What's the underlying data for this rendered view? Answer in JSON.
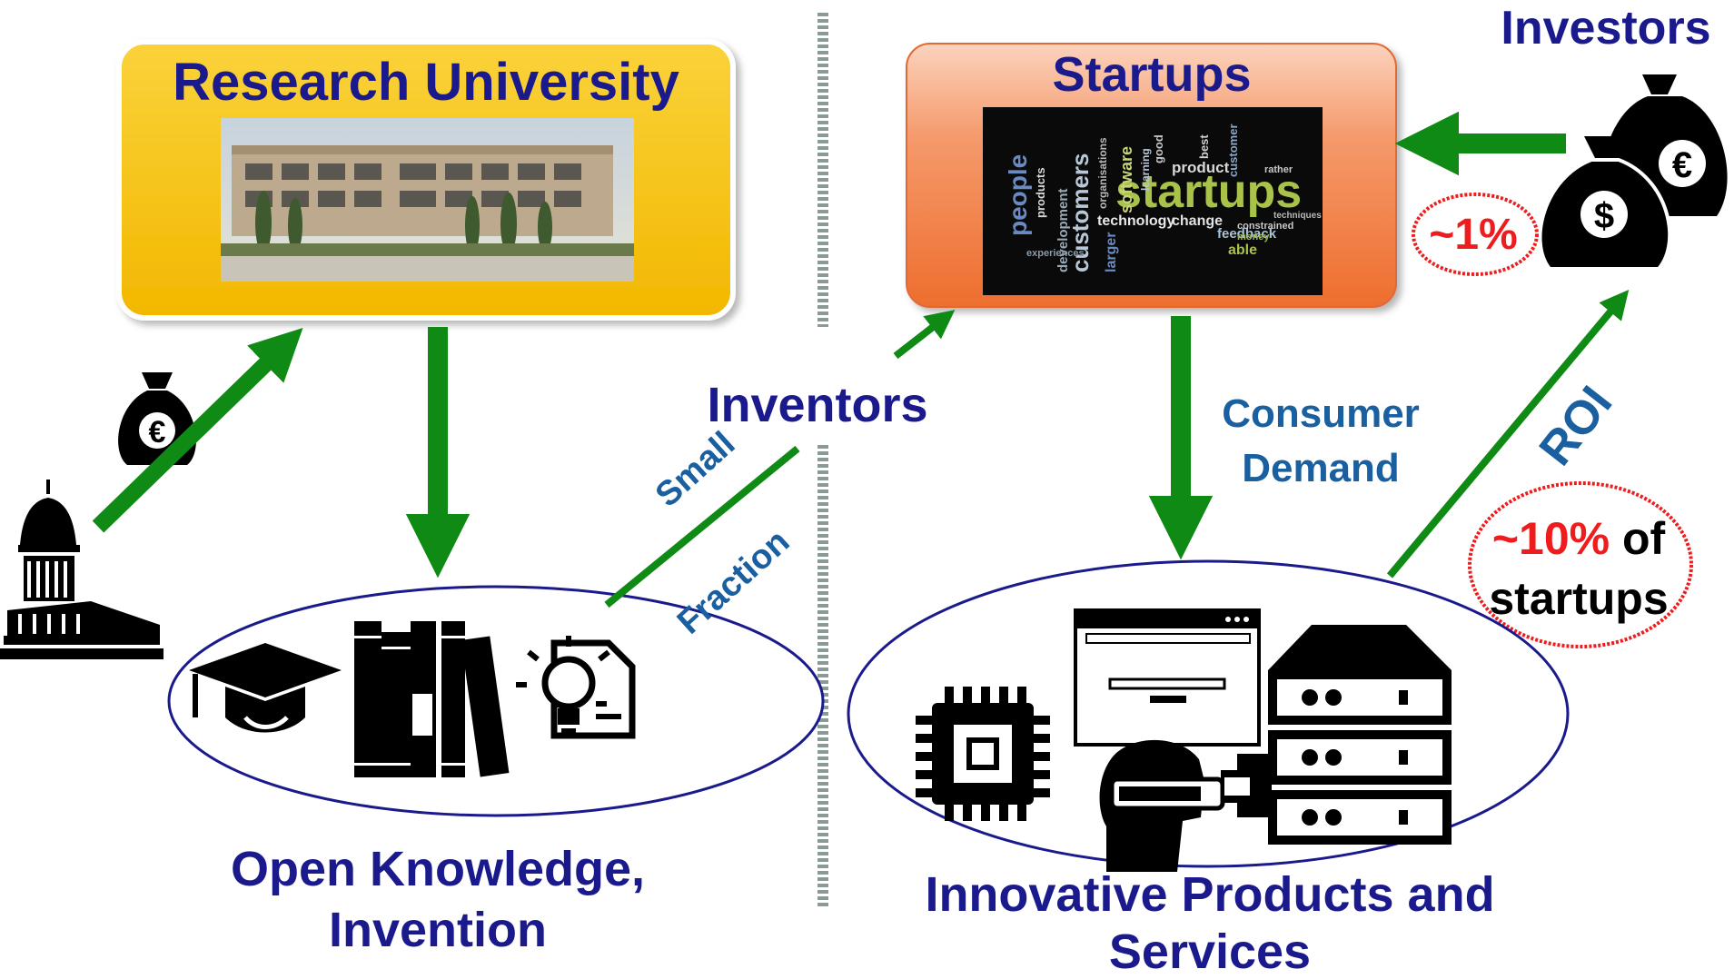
{
  "university": {
    "title": "Research University"
  },
  "startups": {
    "title": "Startups",
    "word_cloud": [
      "startups",
      "customers",
      "people",
      "technology",
      "product",
      "change",
      "software",
      "development",
      "feedback",
      "able",
      "experiences",
      "organisations",
      "constrained",
      "money",
      "techniques",
      "larger",
      "products",
      "learning",
      "rather",
      "customer",
      "good",
      "best"
    ]
  },
  "investors": {
    "title": "Investors",
    "euro_symbol": "€",
    "dollar_symbol": "$"
  },
  "government": {
    "euro_symbol": "€"
  },
  "labels": {
    "inventors": "Inventors",
    "small": "Small",
    "fraction": "Fraction",
    "consumer_demand_1": "Consumer",
    "consumer_demand_2": "Demand",
    "roi": "ROI",
    "one_percent": "~1%",
    "ten_percent": "~10%",
    "ten_percent_of": " of",
    "ten_percent_startups": "startups"
  },
  "knowledge": {
    "caption_1": "Open Knowledge,",
    "caption_2": "Invention"
  },
  "products": {
    "caption_1": "Innovative Products and",
    "caption_2": "Services"
  },
  "colors": {
    "arrow_green": "#0f8a14",
    "title_navy": "#1a1a8c",
    "label_blue": "#1a5fa0",
    "highlight_red": "#ee1c1c",
    "university_box": "#f6c21c",
    "startups_box": "#f28a58"
  },
  "icons": [
    "capitol-icon",
    "money-bag-euro-icon",
    "graduation-cap-icon",
    "books-icon",
    "lightbulb-document-icon",
    "chip-icon",
    "browser-window-icon",
    "vr-headset-icon",
    "server-rack-icon",
    "money-bag-dollar-icon"
  ]
}
